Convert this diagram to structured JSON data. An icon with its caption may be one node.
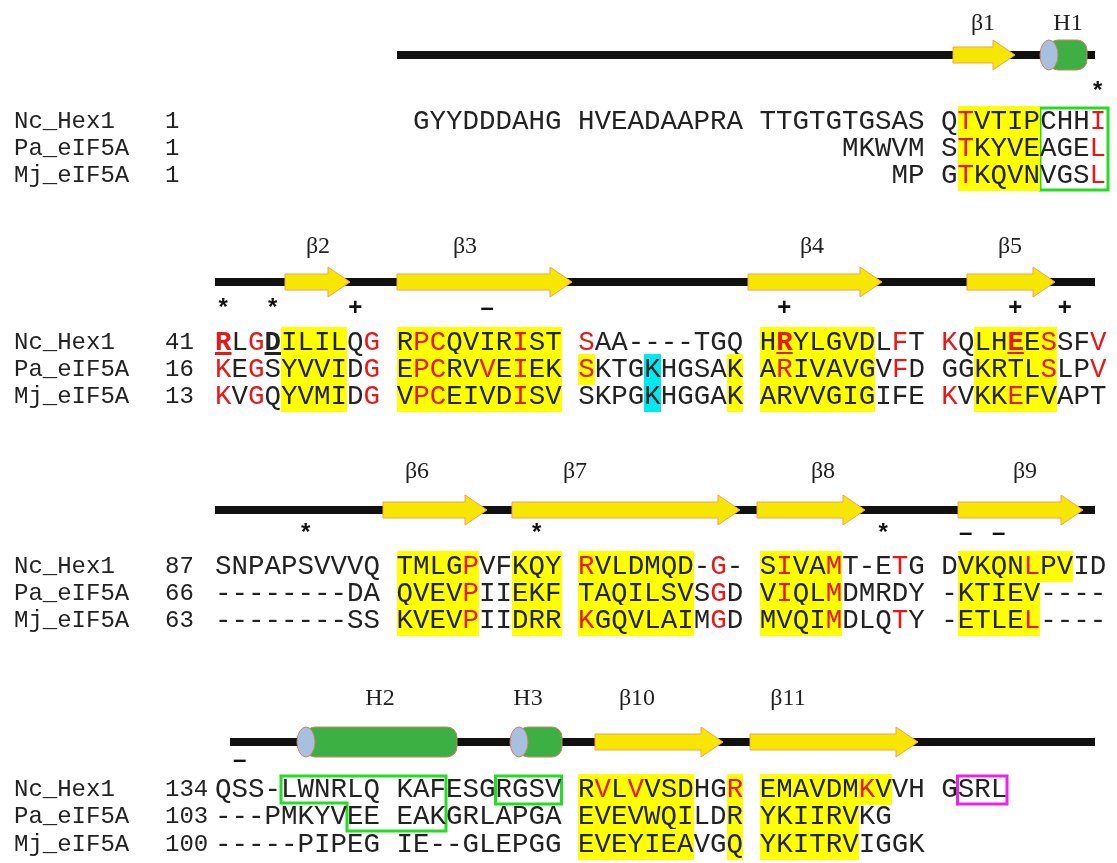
{
  "diagram": {
    "labels": [
      "β1",
      "H1",
      "*",
      "Nc_Hex1",
      "1",
      "GYYDDDAHG HVEADAAPRA TTGTGTGSAS QTVTIPCHHI",
      "Pa_eIF5A",
      "1",
      "MKWVM STKYVEAGEL",
      "Mj_eIF5A",
      "1",
      "MP GTKQVNVGSL",
      "β2",
      "β3",
      "β4",
      "β5",
      "*",
      "*",
      "+",
      "–",
      "+",
      "+",
      "+",
      "Nc_Hex1",
      "41",
      "RLGDILILQG RPCQVIRIST SAA----TGQ HRYLGVDLFT KQLHEESSFV",
      "Pa_eIF5A",
      "16",
      "KEGSYVVIDG EPCRVVEIEK SKTGKHGSAK ARIVAVGVFD GGKRTLSLPV",
      "Mj_eIF5A",
      "13",
      "KVGQYVMIDG VPCEIVDISV SKPGKHGGAK ARVVGIGIFE KVKKEFVAPT",
      "β6",
      "β7",
      "β8",
      "β9",
      "*",
      "*",
      "*",
      "–",
      "–",
      "Nc_Hex1",
      "87",
      "SNPAPSVVVQ TMLGPVFKQY RVLDMQD-G- SIVAMT-ETG DVKQNLPVID",
      "Pa_eIF5A",
      "66",
      "--------DA QVEVPIIEKF TAQILSVSGD VIQLMDMRDY -KTIEV----",
      "Mj_eIF5A",
      "63",
      "--------SS KVEVPIIDRR KGQVLAIMGD MVQIMDLQTY -ETLEL----",
      "H2",
      "H3",
      "β10",
      "β11",
      "–",
      "Nc_Hex1",
      "134",
      "QSS-LWNRLQ KAFESGRGSV RVLVVSDHGR EMAVDMKVVH GSRL",
      "Pa_eIF5A",
      "103",
      "---PMKYVEE EAKGRLAPGA EVEVWQILDR YKIIRVKG",
      "Mj_eIF5A",
      "100",
      "-----PIPEG IE--GLEPGG EVEYIEAVGQ YKITRVIGGK"
    ]
  }
}
